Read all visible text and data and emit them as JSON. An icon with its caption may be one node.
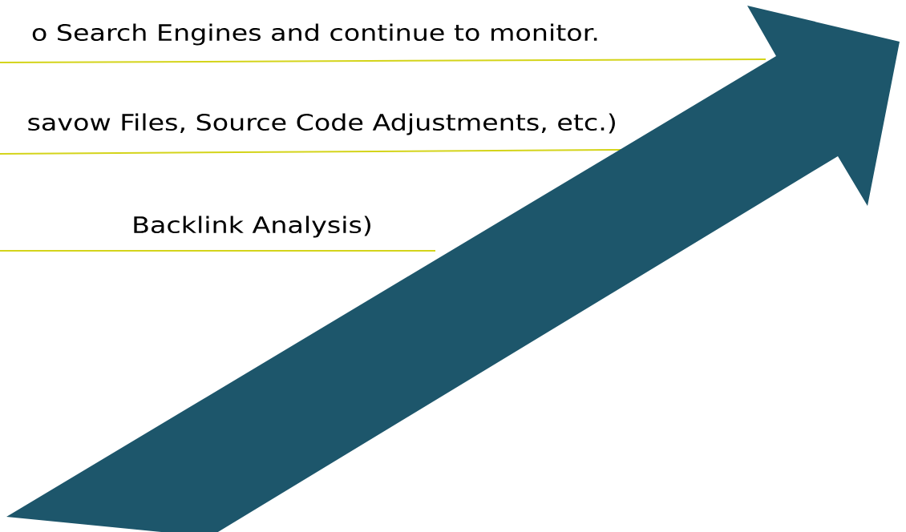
{
  "diagram": {
    "labels": [
      "o Search Engines and continue to monitor.",
      "savow Files, Source Code Adjustments, etc.)",
      "Backlink Analysis)"
    ]
  }
}
